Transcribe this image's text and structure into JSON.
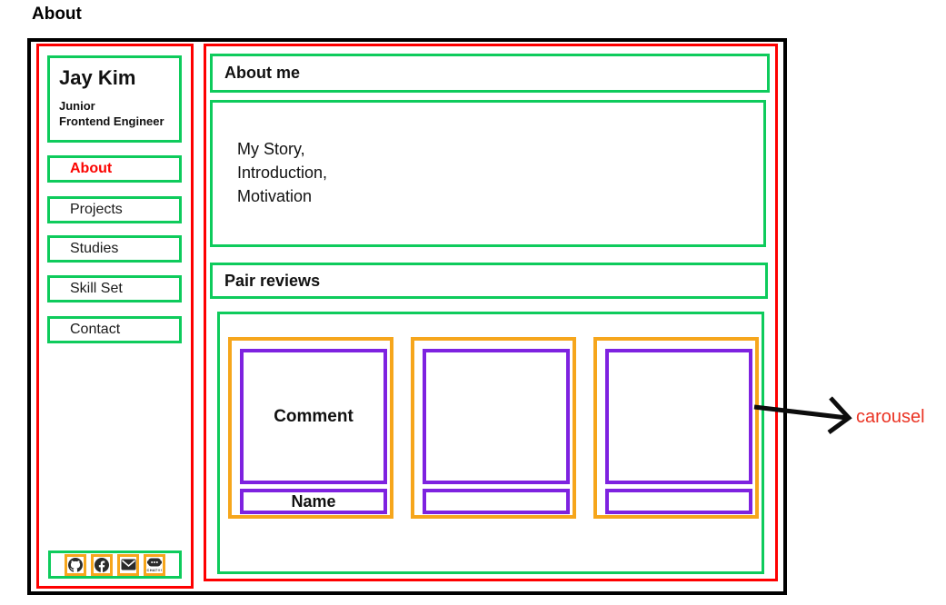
{
  "page": {
    "title": "About"
  },
  "colors": {
    "frame_black": "#000000",
    "frame_red": "#fe0000",
    "frame_green": "#0ecb5c",
    "frame_orange": "#f6a61c",
    "frame_purple": "#7e22e0",
    "active_nav_red": "#fb0300",
    "annotation_red": "#ea3323"
  },
  "sidebar": {
    "profile": {
      "name": "Jay Kim",
      "role": "Junior\nFrontend Engineer"
    },
    "nav": [
      {
        "label": "About",
        "active": true
      },
      {
        "label": "Projects",
        "active": false
      },
      {
        "label": "Studies",
        "active": false
      },
      {
        "label": "Skill Set",
        "active": false
      },
      {
        "label": "Contact",
        "active": false
      }
    ],
    "social": [
      {
        "icon": "github-icon"
      },
      {
        "icon": "facebook-icon"
      },
      {
        "icon": "mail-icon"
      },
      {
        "icon": "chat-icon",
        "caption": "CHAT!!!"
      }
    ]
  },
  "main": {
    "about": {
      "heading": "About me",
      "body": "My Story,\nIntroduction,\nMotivation"
    },
    "reviews": {
      "heading": "Pair reviews",
      "cards": [
        {
          "comment": "Comment",
          "name": "Name"
        },
        {
          "comment": "",
          "name": ""
        },
        {
          "comment": "",
          "name": ""
        }
      ],
      "annotation": "carousel"
    }
  }
}
